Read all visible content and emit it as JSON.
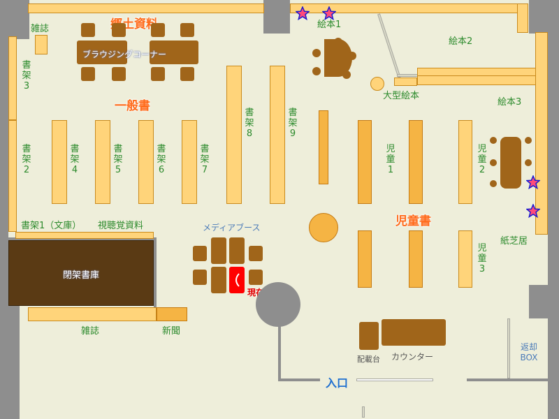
{
  "sections": {
    "local_history": "郷土資料",
    "general_books": "一般書",
    "children_books": "児童書"
  },
  "labels": {
    "magazine_top": "雑誌",
    "browsing_corner": "ブラウジングコーナー",
    "shelf3": "書架3",
    "shelf2": "書架2",
    "shelf4": "書架4",
    "shelf5": "書架5",
    "shelf6": "書架6",
    "shelf7": "書架7",
    "shelf8": "書架8",
    "shelf9": "書架9",
    "shelf1_bunko": "書架1（文庫）",
    "av_materials": "視聴覚資料",
    "closed_stacks": "閉架書庫",
    "magazine_bottom": "雑誌",
    "newspaper": "新聞",
    "media_booth": "メディアブース",
    "current_location": "現在地",
    "picture_book1": "絵本1",
    "picture_book2": "絵本2",
    "picture_book3": "絵本3",
    "large_picture_book": "大型絵本",
    "children1": "児童1",
    "children2": "児童2",
    "children3": "児童3",
    "kamishibai": "紙芝居",
    "display_stand": "配載台",
    "counter": "カウンター",
    "entrance": "入口",
    "return_box": "返却BOX"
  },
  "colors": {
    "floor": "#eeeeda",
    "wall": "#8e8e8e",
    "shelf": "#ffd47a",
    "children_shelf": "#f5b444",
    "furniture": "#a0651a",
    "section_title": "#ff6a1a",
    "shelf_label": "#2c8a2c",
    "current_location": "#ff0000",
    "star_marker": "#ff4b7a"
  },
  "markers": {
    "star_count": 4,
    "icon": "star-icon"
  }
}
